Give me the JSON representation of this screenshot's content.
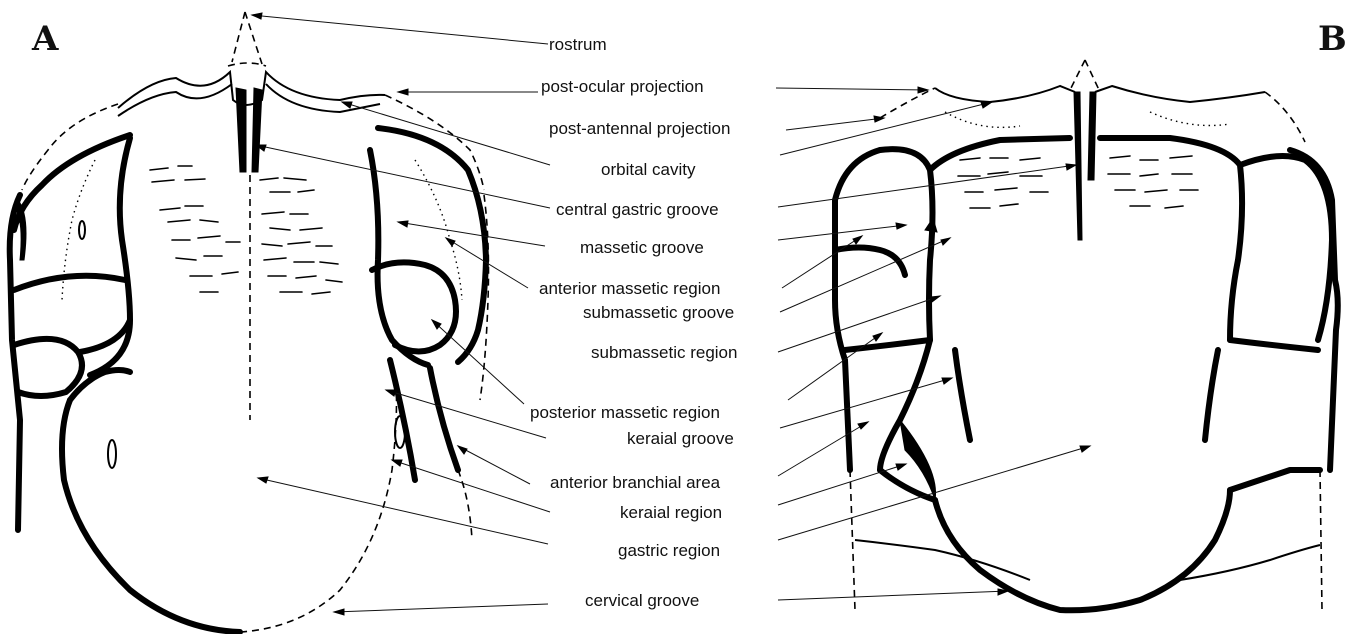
{
  "panels": {
    "a": "A",
    "b": "B"
  },
  "labels": {
    "rostrum": "rostrum",
    "post_ocular_projection": "post-ocular projection",
    "post_antennal_projection": "post-antennal projection",
    "orbital_cavity": "orbital cavity",
    "central_gastric_groove": "central gastric groove",
    "massetic_groove": "massetic groove",
    "anterior_massetic_region": "anterior massetic region",
    "submassetic_groove": "submassetic groove",
    "submassetic_region": "submassetic region",
    "posterior_massetic_region": "posterior massetic region",
    "keraial_groove": "keraial groove",
    "anterior_branchial_area": "anterior branchial area",
    "keraial_region": "keraial region",
    "gastric_region": "gastric region",
    "cervical_groove": "cervical groove"
  }
}
